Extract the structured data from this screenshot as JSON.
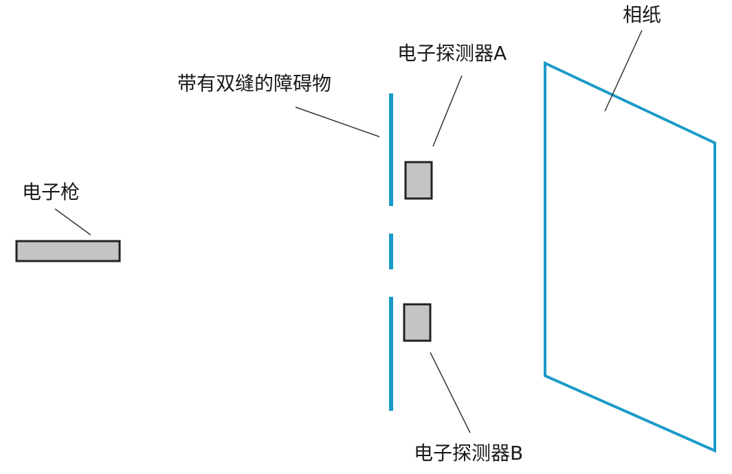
{
  "labels": {
    "electron_gun": "电子枪",
    "double_slit_barrier": "带有双缝的障碍物",
    "detector_a": "电子探测器A",
    "detector_b": "电子探测器B",
    "photo_paper": "相纸"
  },
  "colors": {
    "barrier": "#1a9ac9",
    "photo_paper": "#1a9ac9",
    "device_fill": "#c4c4c4",
    "device_stroke": "#222222",
    "leader_line": "#333333",
    "text": "#1a1a1a"
  }
}
